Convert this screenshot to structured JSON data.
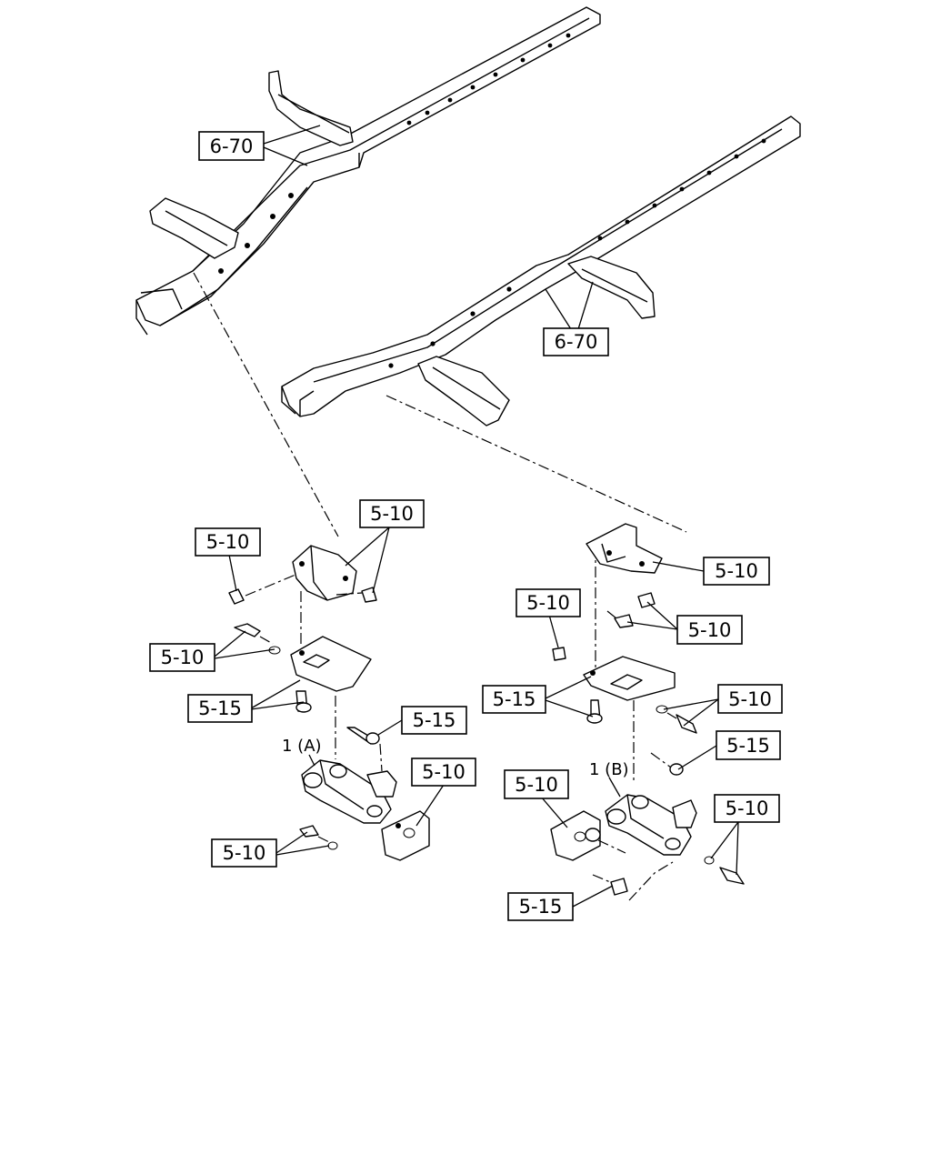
{
  "callouts": {
    "c1": "6-70",
    "c2": "6-70",
    "c3": "5-10",
    "c4": "5-10",
    "c5": "5-10",
    "c6": "5-15",
    "c7": "5-15",
    "c8": "5-10",
    "c9": "5-10",
    "c10": "5-10",
    "c11": "5-10",
    "c12": "5-10",
    "c13": "5-15",
    "c14": "5-10",
    "c15": "5-15",
    "c16": "5-10",
    "c17": "5-10",
    "c18": "5-15"
  },
  "parts": {
    "left_assembly": "1 (A)",
    "right_assembly": "1 (B)"
  }
}
